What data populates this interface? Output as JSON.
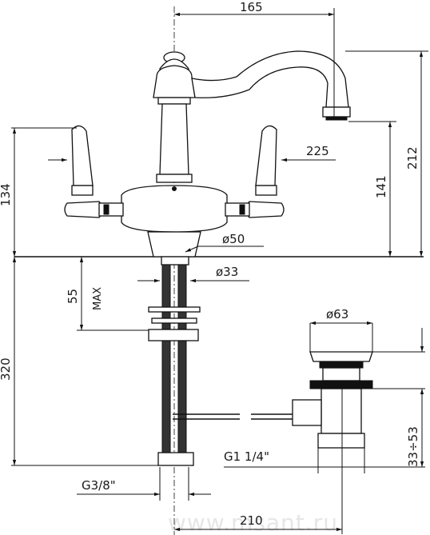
{
  "dimensions": {
    "width_top": "165",
    "height_total": "212",
    "height_handle": "134",
    "height_spout": "141",
    "handle_reach": "225",
    "base_diameter": "ø50",
    "shank_diameter": "ø33",
    "max_thickness_value": "55",
    "max_thickness_label": "MAX",
    "hose_length": "320",
    "hose_thread": "G3/8\"",
    "drain_diameter": "ø63",
    "drain_thread": "G1  1/4\"",
    "drain_range": "33÷53",
    "width_bottom": "210"
  },
  "watermark": "www.msant.ru"
}
